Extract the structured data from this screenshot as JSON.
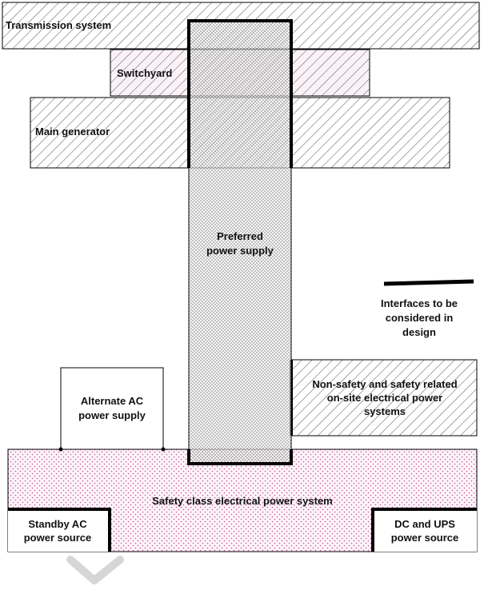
{
  "blocks": {
    "transmission_system": "Transmission system",
    "switchyard": "Switchyard",
    "main_generator": "Main generator",
    "preferred_power_supply": [
      "Preferred",
      "power supply"
    ],
    "alternate_ac_power_supply": [
      "Alternate AC",
      "power supply"
    ],
    "non_safety_systems": [
      "Non-safety and safety related",
      "on-site electrical power",
      "systems"
    ],
    "safety_class_system": "Safety class electrical power system",
    "standby_ac_power_source": [
      "Standby AC",
      "power source"
    ],
    "dc_ups_power_source": [
      "DC and UPS",
      "power source"
    ]
  },
  "legend": {
    "interfaces_label": [
      "Interfaces to be",
      "considered in",
      "design"
    ]
  },
  "colors": {
    "hatch_line": "#444444",
    "dot_pink": "#c0508c",
    "check_gray": "#9a9a9a",
    "border": "#000000",
    "watermark": "#d6d6d6"
  }
}
